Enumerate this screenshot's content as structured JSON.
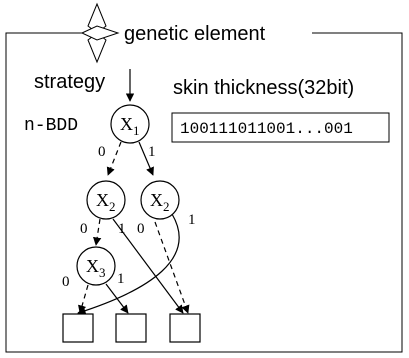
{
  "frame": {
    "title": "genetic element",
    "icon": "compass-star-icon"
  },
  "labels": {
    "strategy": "strategy",
    "representation": "n-BDD",
    "skin_title": "skin thickness(32bit)",
    "skin_bits": "100111011001...001"
  },
  "nodes": [
    {
      "var": "X",
      "sub": "1"
    },
    {
      "var": "X",
      "sub": "2"
    },
    {
      "var": "X",
      "sub": "2"
    },
    {
      "var": "X",
      "sub": "3"
    }
  ],
  "edge_labels": {
    "x1_low": "0",
    "x1_high": "1",
    "x2a_low": "0",
    "x2a_high": "1",
    "x2b_low": "0",
    "x2b_high": "1",
    "x3_low": "0",
    "x3_high": "1"
  },
  "terminals": 3,
  "colors": {
    "stroke": "#000000",
    "text": "#000000",
    "background": "#ffffff"
  }
}
